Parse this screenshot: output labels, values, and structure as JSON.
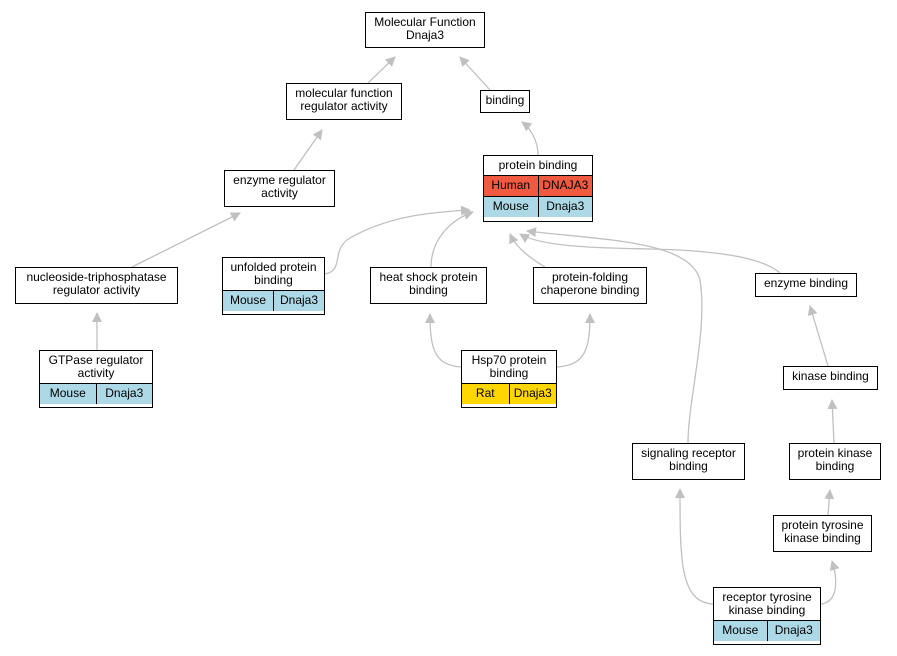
{
  "nodes": {
    "molecular_function": {
      "label": "Molecular Function\nDnaja3"
    },
    "mf_regulator": {
      "label": "molecular function\nregulator activity"
    },
    "binding": {
      "label": "binding"
    },
    "enzyme_regulator": {
      "label": "enzyme regulator\nactivity"
    },
    "protein_binding": {
      "label": "protein binding",
      "annotations": [
        {
          "species": "Human",
          "gene": "DNAJA3"
        },
        {
          "species": "Mouse",
          "gene": "Dnaja3"
        }
      ]
    },
    "ntpase_regulator": {
      "label": "nucleoside-triphosphatase\nregulator activity"
    },
    "unfolded_protein": {
      "label": "unfolded protein\nbinding",
      "annotations": [
        {
          "species": "Mouse",
          "gene": "Dnaja3"
        }
      ]
    },
    "heat_shock": {
      "label": "heat shock protein\nbinding"
    },
    "protein_folding": {
      "label": "protein-folding\nchaperone binding"
    },
    "enzyme_binding": {
      "label": "enzyme binding"
    },
    "gtpase_regulator": {
      "label": "GTPase regulator\nactivity",
      "annotations": [
        {
          "species": "Mouse",
          "gene": "Dnaja3"
        }
      ]
    },
    "hsp70": {
      "label": "Hsp70 protein\nbinding",
      "annotations": [
        {
          "species": "Rat",
          "gene": "Dnaja3"
        }
      ]
    },
    "kinase_binding": {
      "label": "kinase binding"
    },
    "signaling_receptor": {
      "label": "signaling receptor\nbinding"
    },
    "protein_kinase": {
      "label": "protein kinase\nbinding"
    },
    "ptk_binding": {
      "label": "protein tyrosine\nkinase binding"
    },
    "rtk_binding": {
      "label": "receptor tyrosine\nkinase binding",
      "annotations": [
        {
          "species": "Mouse",
          "gene": "Dnaja3"
        }
      ]
    }
  },
  "edges": [
    {
      "from": "mf_regulator",
      "to": "molecular_function"
    },
    {
      "from": "binding",
      "to": "molecular_function"
    },
    {
      "from": "enzyme_regulator",
      "to": "mf_regulator"
    },
    {
      "from": "protein_binding",
      "to": "binding"
    },
    {
      "from": "ntpase_regulator",
      "to": "enzyme_regulator"
    },
    {
      "from": "gtpase_regulator",
      "to": "ntpase_regulator"
    },
    {
      "from": "unfolded_protein",
      "to": "protein_binding"
    },
    {
      "from": "heat_shock",
      "to": "protein_binding"
    },
    {
      "from": "protein_folding",
      "to": "protein_binding"
    },
    {
      "from": "signaling_receptor",
      "to": "protein_binding"
    },
    {
      "from": "enzyme_binding",
      "to": "protein_binding"
    },
    {
      "from": "hsp70",
      "to": "heat_shock"
    },
    {
      "from": "hsp70",
      "to": "protein_folding"
    },
    {
      "from": "kinase_binding",
      "to": "enzyme_binding"
    },
    {
      "from": "protein_kinase",
      "to": "kinase_binding"
    },
    {
      "from": "ptk_binding",
      "to": "protein_kinase"
    },
    {
      "from": "rtk_binding",
      "to": "signaling_receptor"
    },
    {
      "from": "rtk_binding",
      "to": "ptk_binding"
    }
  ],
  "colors": {
    "edge": "#c0c0c0",
    "mouse": "#add8e6",
    "human": "#f05a40",
    "rat": "#ffd700"
  }
}
